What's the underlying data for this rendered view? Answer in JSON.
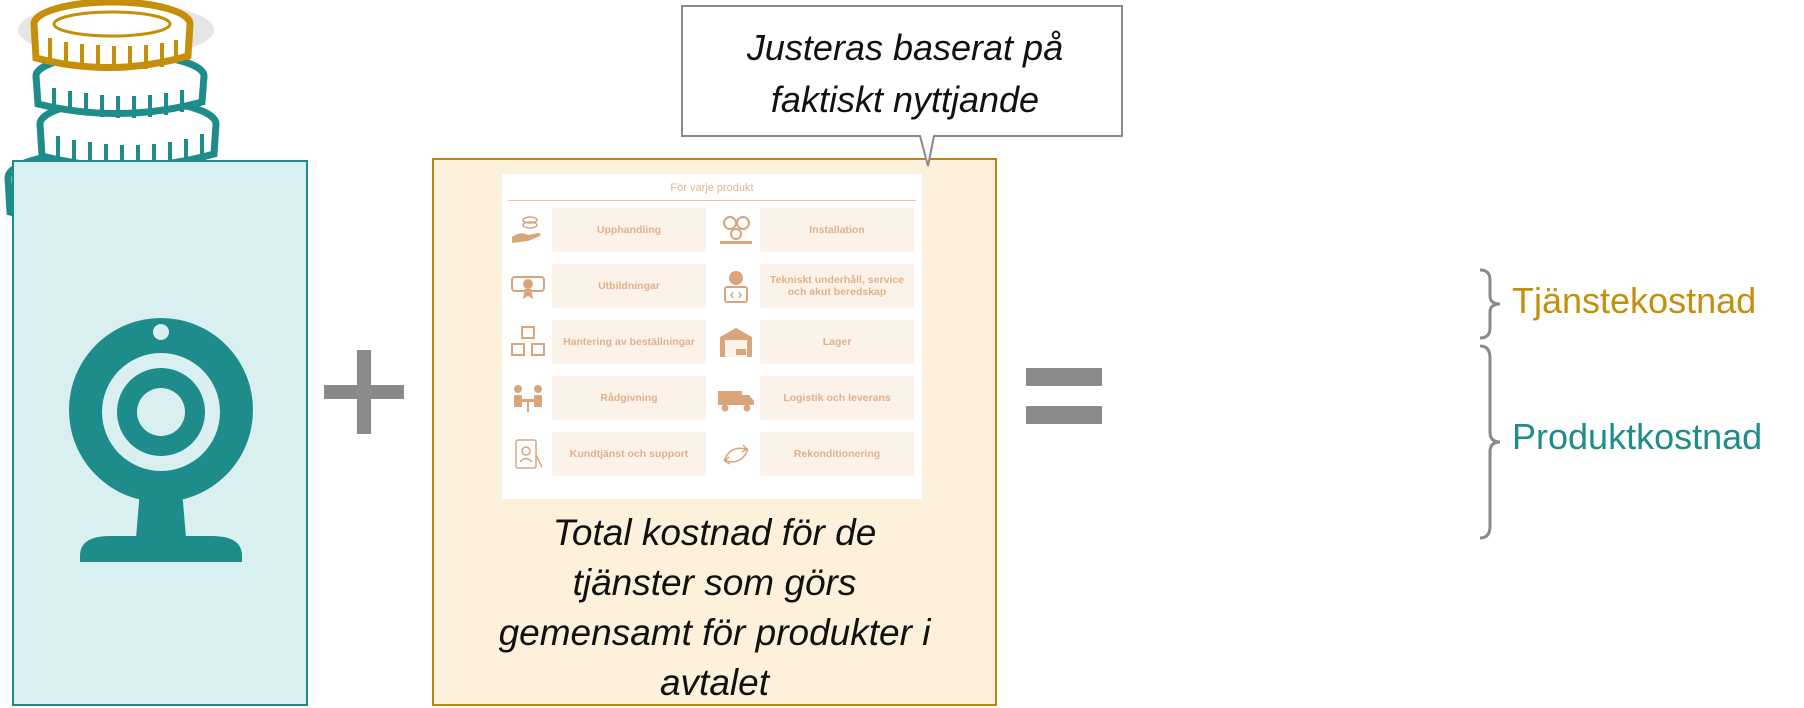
{
  "callout": {
    "line1": "Justeras baserat på",
    "line2": "faktiskt nyttjande"
  },
  "services_card": {
    "heading": "För varje produkt",
    "items": [
      {
        "label": "Upphandling",
        "icon": "hand-coins-icon"
      },
      {
        "label": "Installation",
        "icon": "gears-icon"
      },
      {
        "label": "Utbildningar",
        "icon": "certificate-icon"
      },
      {
        "label": "Tekniskt underhåll, service och akut beredskap",
        "icon": "technician-icon"
      },
      {
        "label": "Hantering av beställningar",
        "icon": "boxes-icon"
      },
      {
        "label": "Lager",
        "icon": "warehouse-icon"
      },
      {
        "label": "Rådgivning",
        "icon": "meeting-icon"
      },
      {
        "label": "Logistik och leverans",
        "icon": "truck-icon"
      },
      {
        "label": "Kundtjänst och support",
        "icon": "support-icon"
      },
      {
        "label": "Rekonditionering",
        "icon": "cycle-arrows-icon"
      }
    ]
  },
  "caption": {
    "line1": "Total kostnad för de",
    "line2": "tjänster som görs",
    "line3": "gemensamt för produkter i",
    "line4": "avtalet"
  },
  "operators": {
    "plus": "+",
    "equals": "="
  },
  "legend": {
    "service_cost": "Tjänstekostnad",
    "product_cost": "Produktkostnad"
  },
  "colors": {
    "teal": "#1e8c8a",
    "teal_light": "#d9eff0",
    "gold": "#c58f0a",
    "gold_light": "#fdf1dc",
    "gray": "#8a8a8a"
  },
  "icons": [
    "webcam-icon",
    "coin-stack-icon",
    "brace-icon"
  ]
}
